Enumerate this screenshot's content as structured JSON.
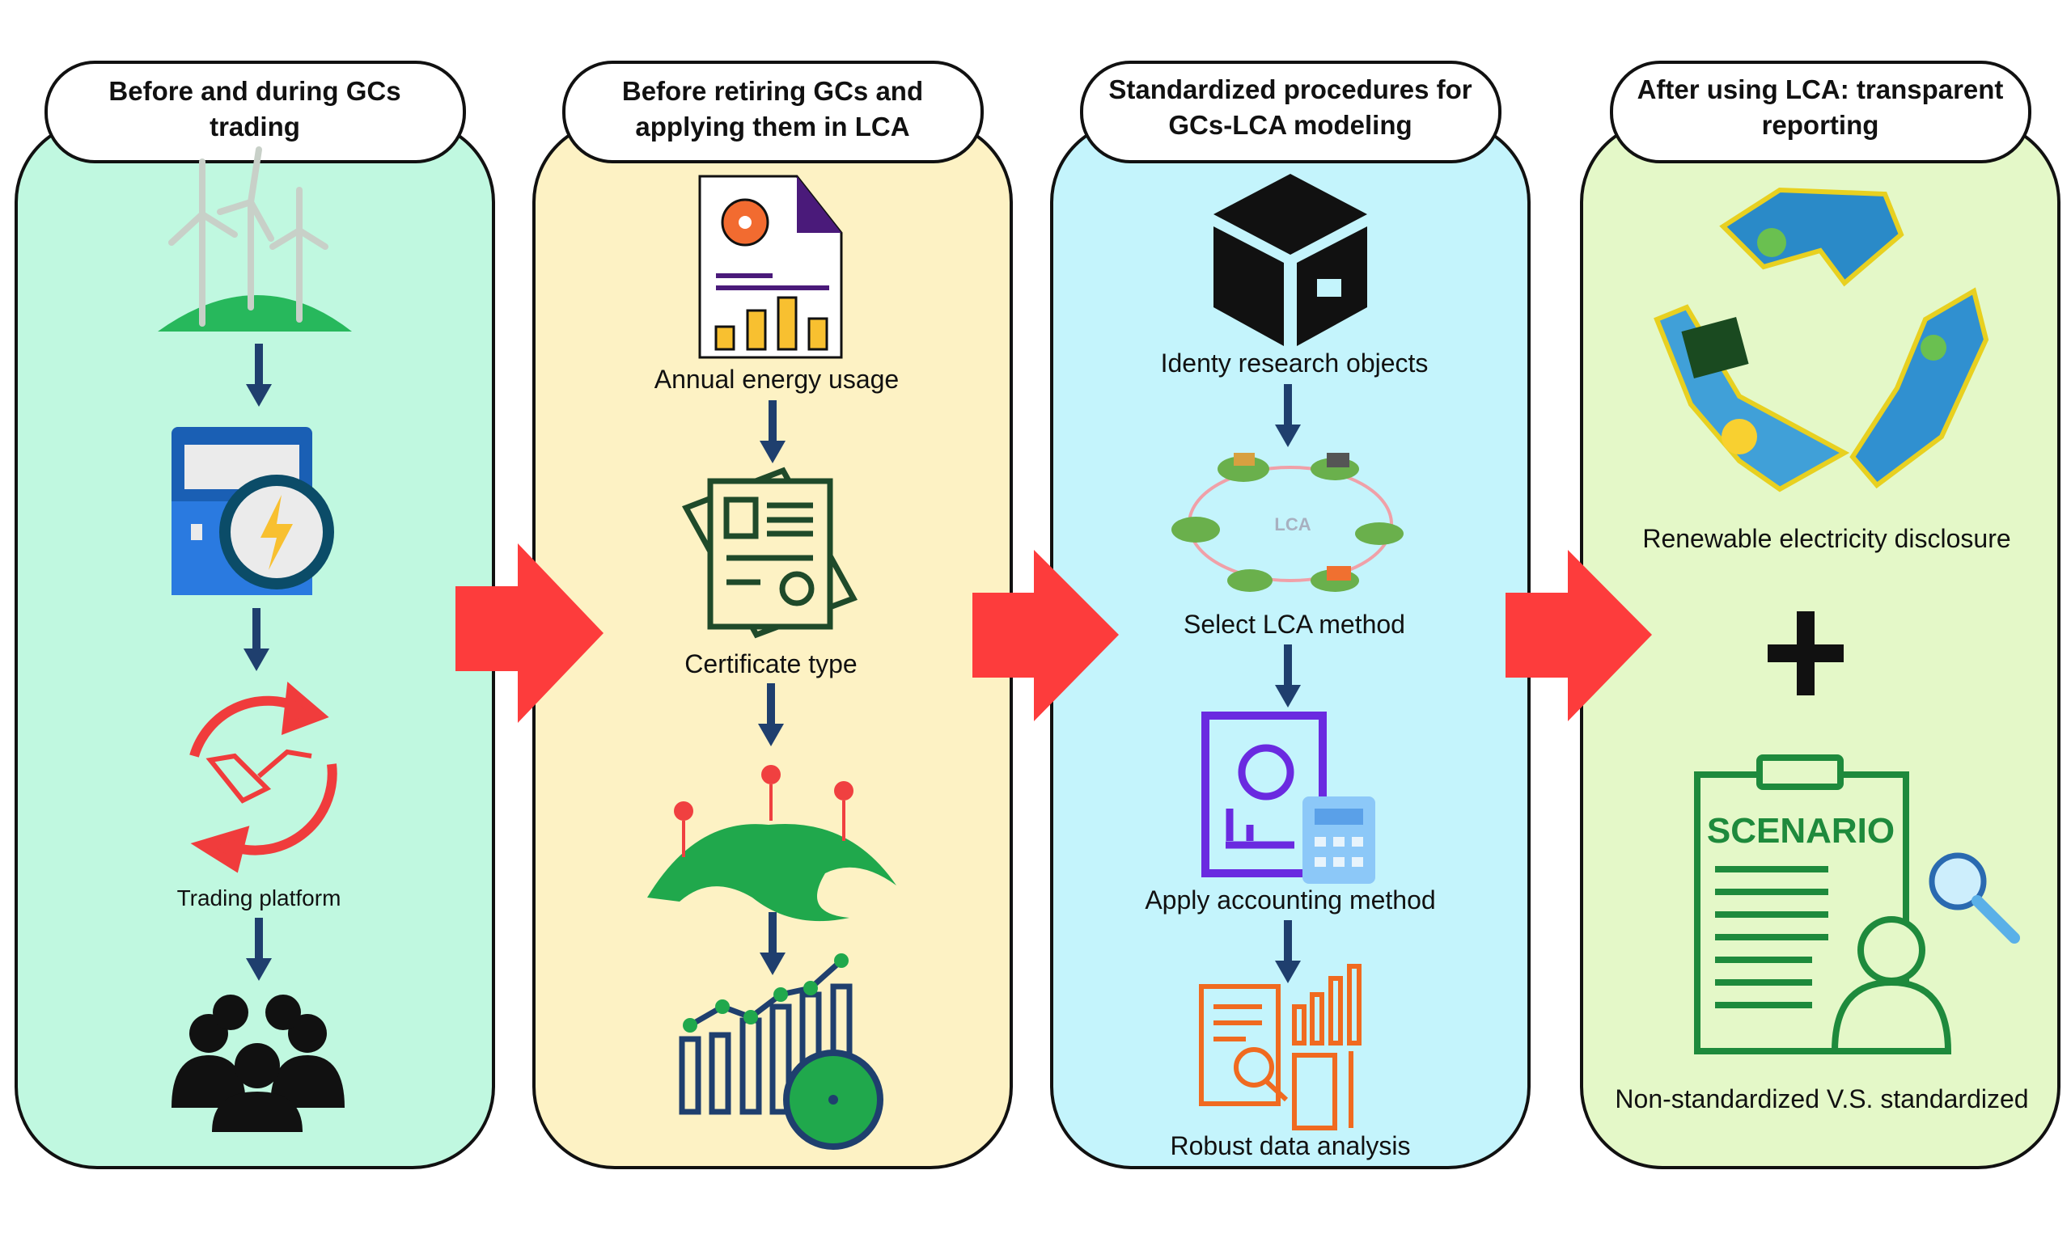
{
  "panels": [
    {
      "title_line1": "Before and during GCs",
      "title_line2": "trading",
      "color": "#c0f8e0",
      "labels": {
        "trading": "Trading platform"
      }
    },
    {
      "title_line1": "Before retiring GCs and",
      "title_line2": "applying them in LCA",
      "color": "#fdf2c4",
      "labels": {
        "energy": "Annual energy usage",
        "certificate": "Certificate type"
      }
    },
    {
      "title_line1": "Standardized procedures for",
      "title_line2": "GCs-LCA modeling",
      "color": "#c4f4fc",
      "labels": {
        "objects": "Identy research objects",
        "lca_method": "Select LCA method",
        "lca_center": "LCA",
        "accounting": "Apply accounting method",
        "analysis": "Robust data analysis"
      }
    },
    {
      "title_line1": "After using LCA: transparent",
      "title_line2": "reporting",
      "color": "#e4f8c8",
      "labels": {
        "disclosure": "Renewable electricity disclosure",
        "scenario_word": "SCENARIO",
        "standardized": "Non-standardized V.S. standardized"
      }
    }
  ],
  "colors": {
    "flow_arrow": "#fd3c3c",
    "step_arrow": "#1f3f6e",
    "outline": "#111111"
  }
}
